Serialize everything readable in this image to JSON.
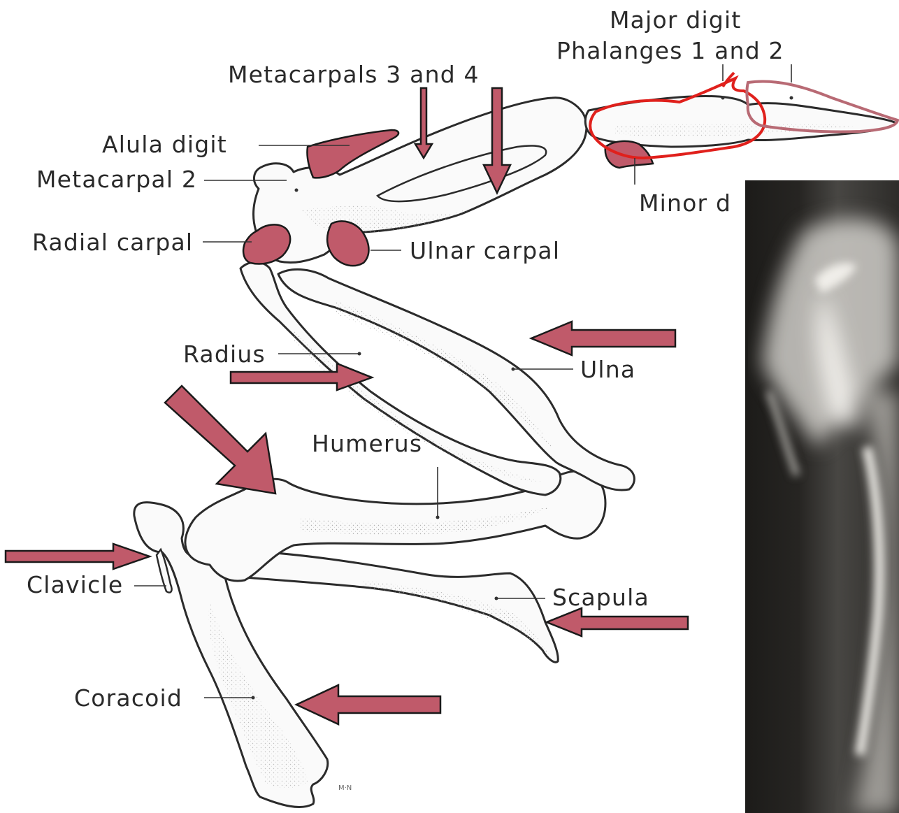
{
  "labels": {
    "major_digit": "Major digit",
    "phalanges": "Phalanges 1 and 2",
    "metacarpals_3_4": "Metacarpals 3 and 4",
    "alula_digit": "Alula digit",
    "metacarpal_2": "Metacarpal 2",
    "minor_digit_partial": "Minor d",
    "radial_carpal": "Radial carpal",
    "ulnar_carpal": "Ulnar carpal",
    "radius": "Radius",
    "ulna": "Ulna",
    "humerus": "Humerus",
    "clavicle": "Clavicle",
    "scapula": "Scapula",
    "coracoid": "Coracoid",
    "signature": "M·N"
  },
  "colors": {
    "highlight_fill": "#c05a6a",
    "outline_red": "#e0201c",
    "outline_rose": "#b86a74",
    "xray_dark": "#1e1d1b",
    "xray_light": "#d8d6d2"
  }
}
